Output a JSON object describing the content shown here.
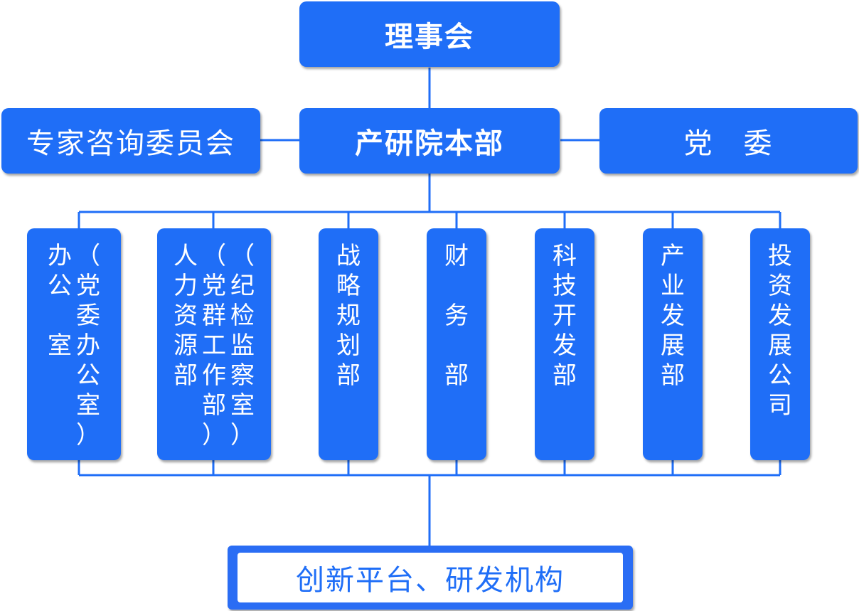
{
  "top": {
    "board": "理事会",
    "hq": "产研院本部",
    "expert": "专家咨询委员会",
    "party": "党　委"
  },
  "depts": [
    {
      "cols": [
        [
          "办",
          "公",
          "",
          "室"
        ],
        [
          "（",
          "党",
          "委",
          "办",
          "公",
          "室",
          "）"
        ]
      ]
    },
    {
      "cols": [
        [
          "人",
          "力",
          "资",
          "源",
          "部"
        ],
        [
          "（",
          "党",
          "群",
          "工",
          "作",
          "部",
          "）"
        ],
        [
          "（",
          "纪",
          "检",
          "监",
          "察",
          "室",
          "）"
        ]
      ]
    },
    {
      "cols": [
        [
          "战",
          "略",
          "规",
          "划",
          "部"
        ]
      ]
    },
    {
      "cols": [
        [
          "财",
          "",
          "务",
          "",
          "部"
        ]
      ]
    },
    {
      "cols": [
        [
          "科",
          "技",
          "开",
          "发",
          "部"
        ]
      ]
    },
    {
      "cols": [
        [
          "产",
          "业",
          "发",
          "展",
          "部"
        ]
      ]
    },
    {
      "cols": [
        [
          "投",
          "资",
          "发",
          "展",
          "公",
          "司"
        ]
      ]
    }
  ],
  "bottom": {
    "label": "创新平台、研发机构"
  },
  "colors": {
    "box": "#1f6ef7",
    "line": "#1f6ef7"
  }
}
